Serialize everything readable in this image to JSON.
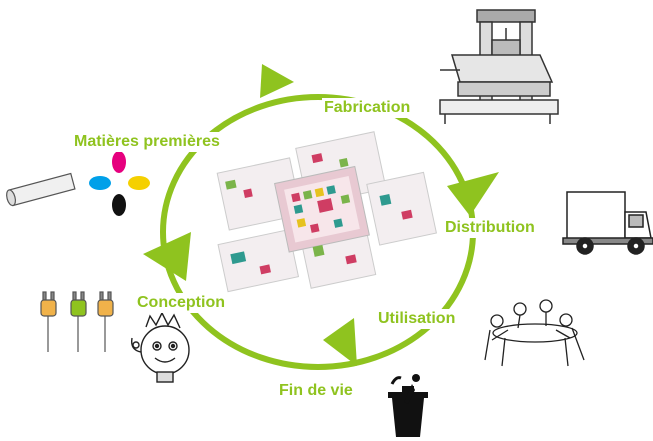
{
  "diagram": {
    "accent_color": "#8fc31f",
    "stages": [
      {
        "label": "Matières premières",
        "icon": "paper-roll-and-cmyk-ink-icon"
      },
      {
        "label": "Fabrication",
        "icon": "printing-press-icon"
      },
      {
        "label": "Distribution",
        "icon": "delivery-truck-icon"
      },
      {
        "label": "Utilisation",
        "icon": "people-playing-at-table-icon"
      },
      {
        "label": "Fin de vie",
        "icon": "trash-bin-icon"
      },
      {
        "label": "Conception",
        "icon": "lightbulb-idea-icon"
      }
    ],
    "center_image": "board-game-icon"
  }
}
